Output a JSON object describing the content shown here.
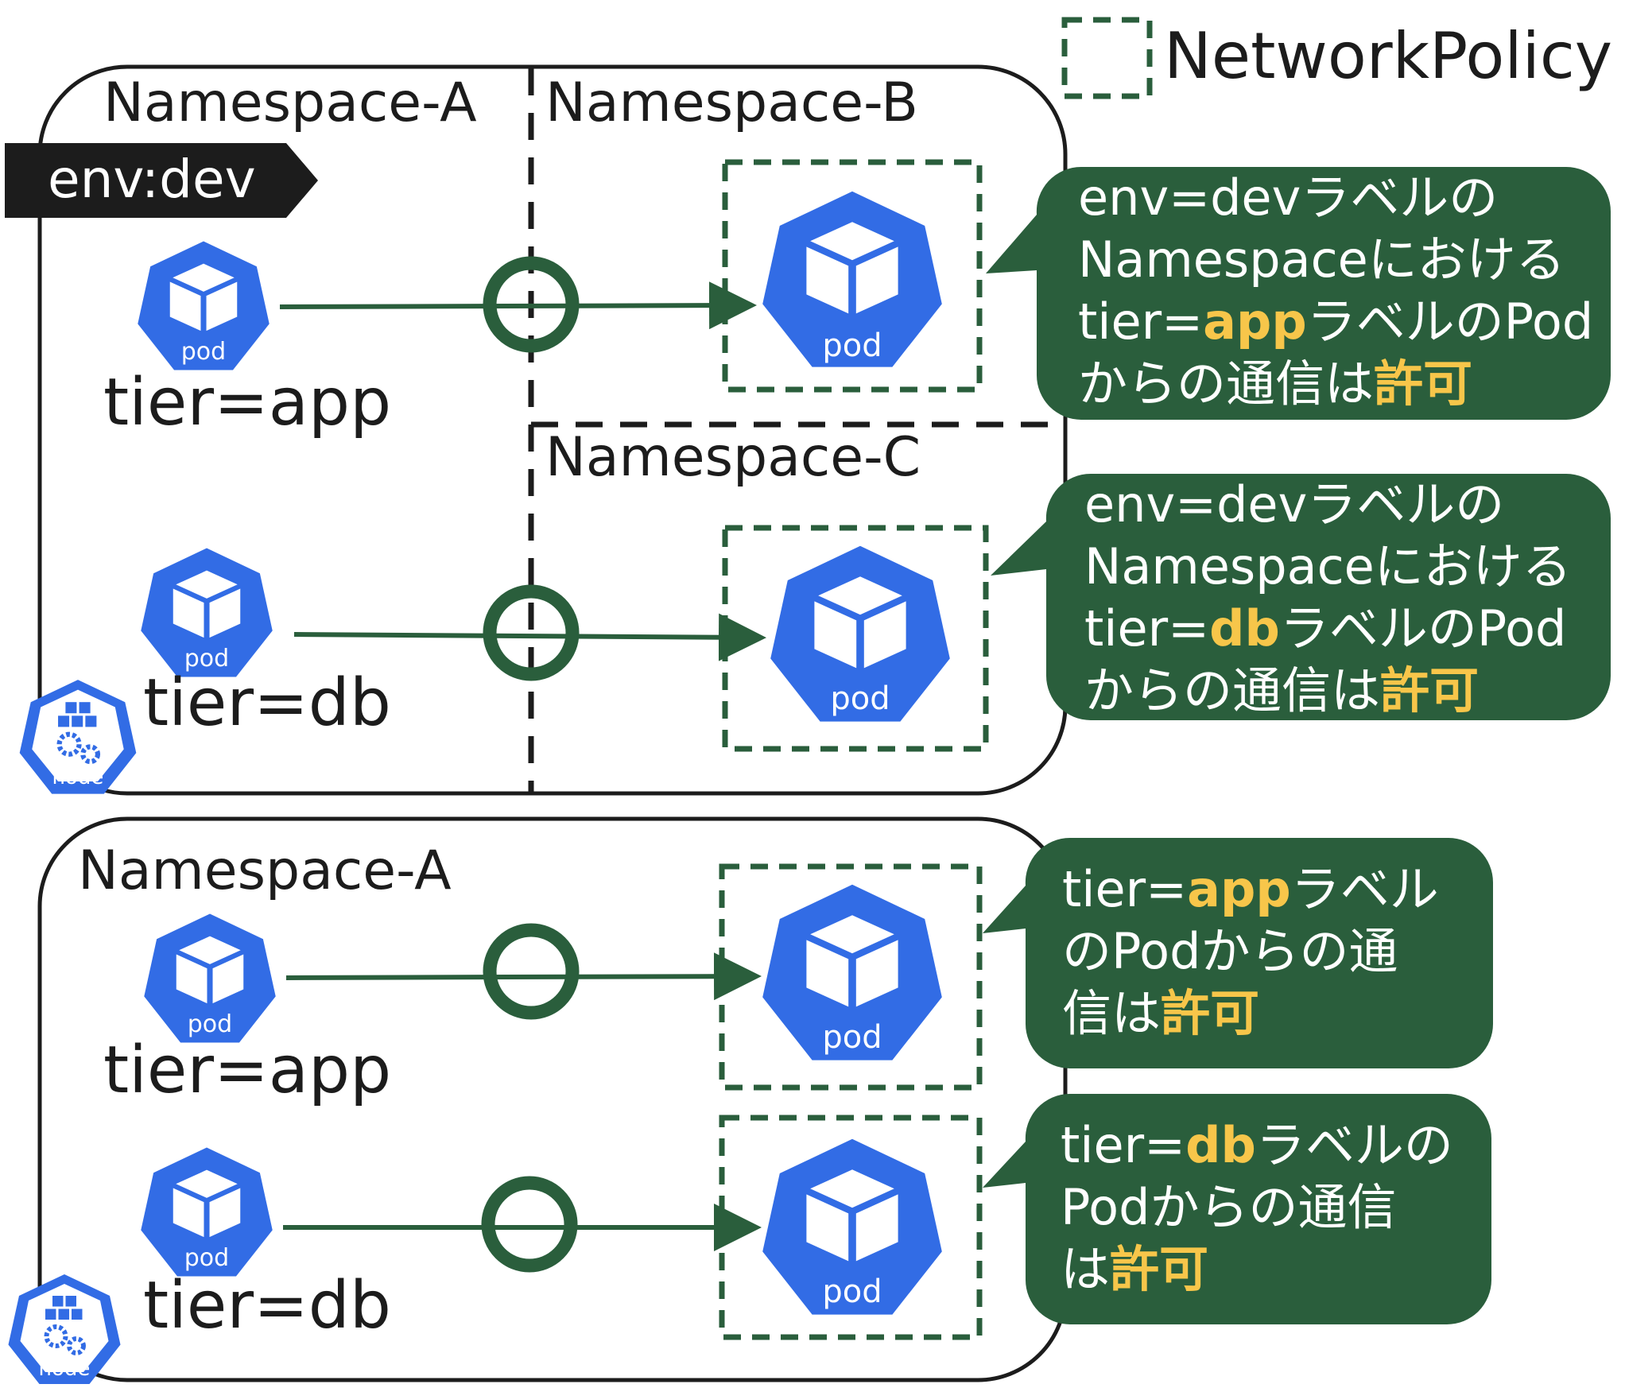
{
  "colors": {
    "k8s_blue": "#326ce5",
    "policy_green": "#2a5e3c",
    "highlight": "#f7c64a",
    "dark": "#1c1c1c"
  },
  "legend": {
    "label": "NetworkPolicy"
  },
  "top": {
    "ns_a": "Namespace-A",
    "ns_b": "Namespace-B",
    "ns_c": "Namespace-C",
    "tag": "env:dev",
    "label_app": "tier=app",
    "label_db": "tier=db",
    "pod": "pod",
    "node": "node",
    "bubble1": {
      "l1": "env=devラベルの",
      "l2": "Namespaceにおける",
      "l3_pre": "tier=",
      "l3_hl": "app",
      "l3_post": "ラベルのPod",
      "l4_pre": "からの通信は",
      "l4_hl": "許可"
    },
    "bubble2": {
      "l1": "env=devラベルの",
      "l2": "Namespaceにおける",
      "l3_pre": "tier=",
      "l3_hl": "db",
      "l3_post": "ラベルのPod",
      "l4_pre": "からの通信は",
      "l4_hl": "許可"
    }
  },
  "bottom": {
    "ns_a": "Namespace-A",
    "label_app": "tier=app",
    "label_db": "tier=db",
    "pod": "pod",
    "node": "node",
    "bubble3": {
      "l1_pre": "tier=",
      "l1_hl": "app",
      "l1_post": "ラベル",
      "l2": "のPodからの通",
      "l3_pre": "信は",
      "l3_hl": "許可"
    },
    "bubble4": {
      "l1_pre": "tier=",
      "l1_hl": "db",
      "l1_post": "ラベルの",
      "l2": "Podからの通信",
      "l3_pre": "は",
      "l3_hl": "許可"
    }
  }
}
